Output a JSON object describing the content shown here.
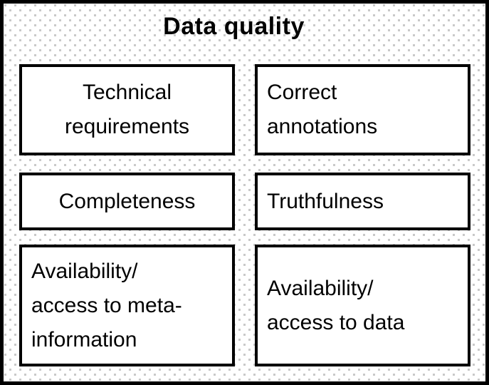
{
  "diagram": {
    "title": "Data quality",
    "boxes": [
      {
        "id": "technical-requirements",
        "label": "Technical\nrequirements",
        "align": "center"
      },
      {
        "id": "correct-annotations",
        "label": "Correct\nannotations",
        "align": "left"
      },
      {
        "id": "completeness",
        "label": "Completeness",
        "align": "center"
      },
      {
        "id": "truthfulness",
        "label": "Truthfulness",
        "align": "left"
      },
      {
        "id": "availability-meta",
        "label": "Availability/\naccess to meta-\ninformation",
        "align": "left"
      },
      {
        "id": "availability-data",
        "label": "Availability/\naccess to data",
        "align": "left"
      }
    ],
    "colors": {
      "frame_border": "#000000",
      "box_border": "#000000",
      "box_background": "#ffffff",
      "background_dot": "#c9c9c9",
      "text": "#000000"
    }
  }
}
